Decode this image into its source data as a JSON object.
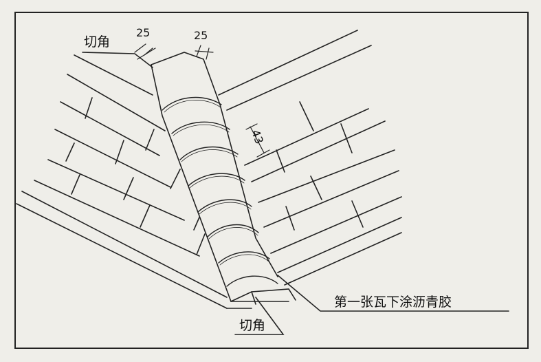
{
  "labels": {
    "top_corner_cut": "切角",
    "dim_left": "25",
    "dim_right": "25",
    "dim_spacing": "43",
    "first_tile_note": "第一张瓦下涂沥青胶",
    "bottom_corner_cut": "切角"
  }
}
